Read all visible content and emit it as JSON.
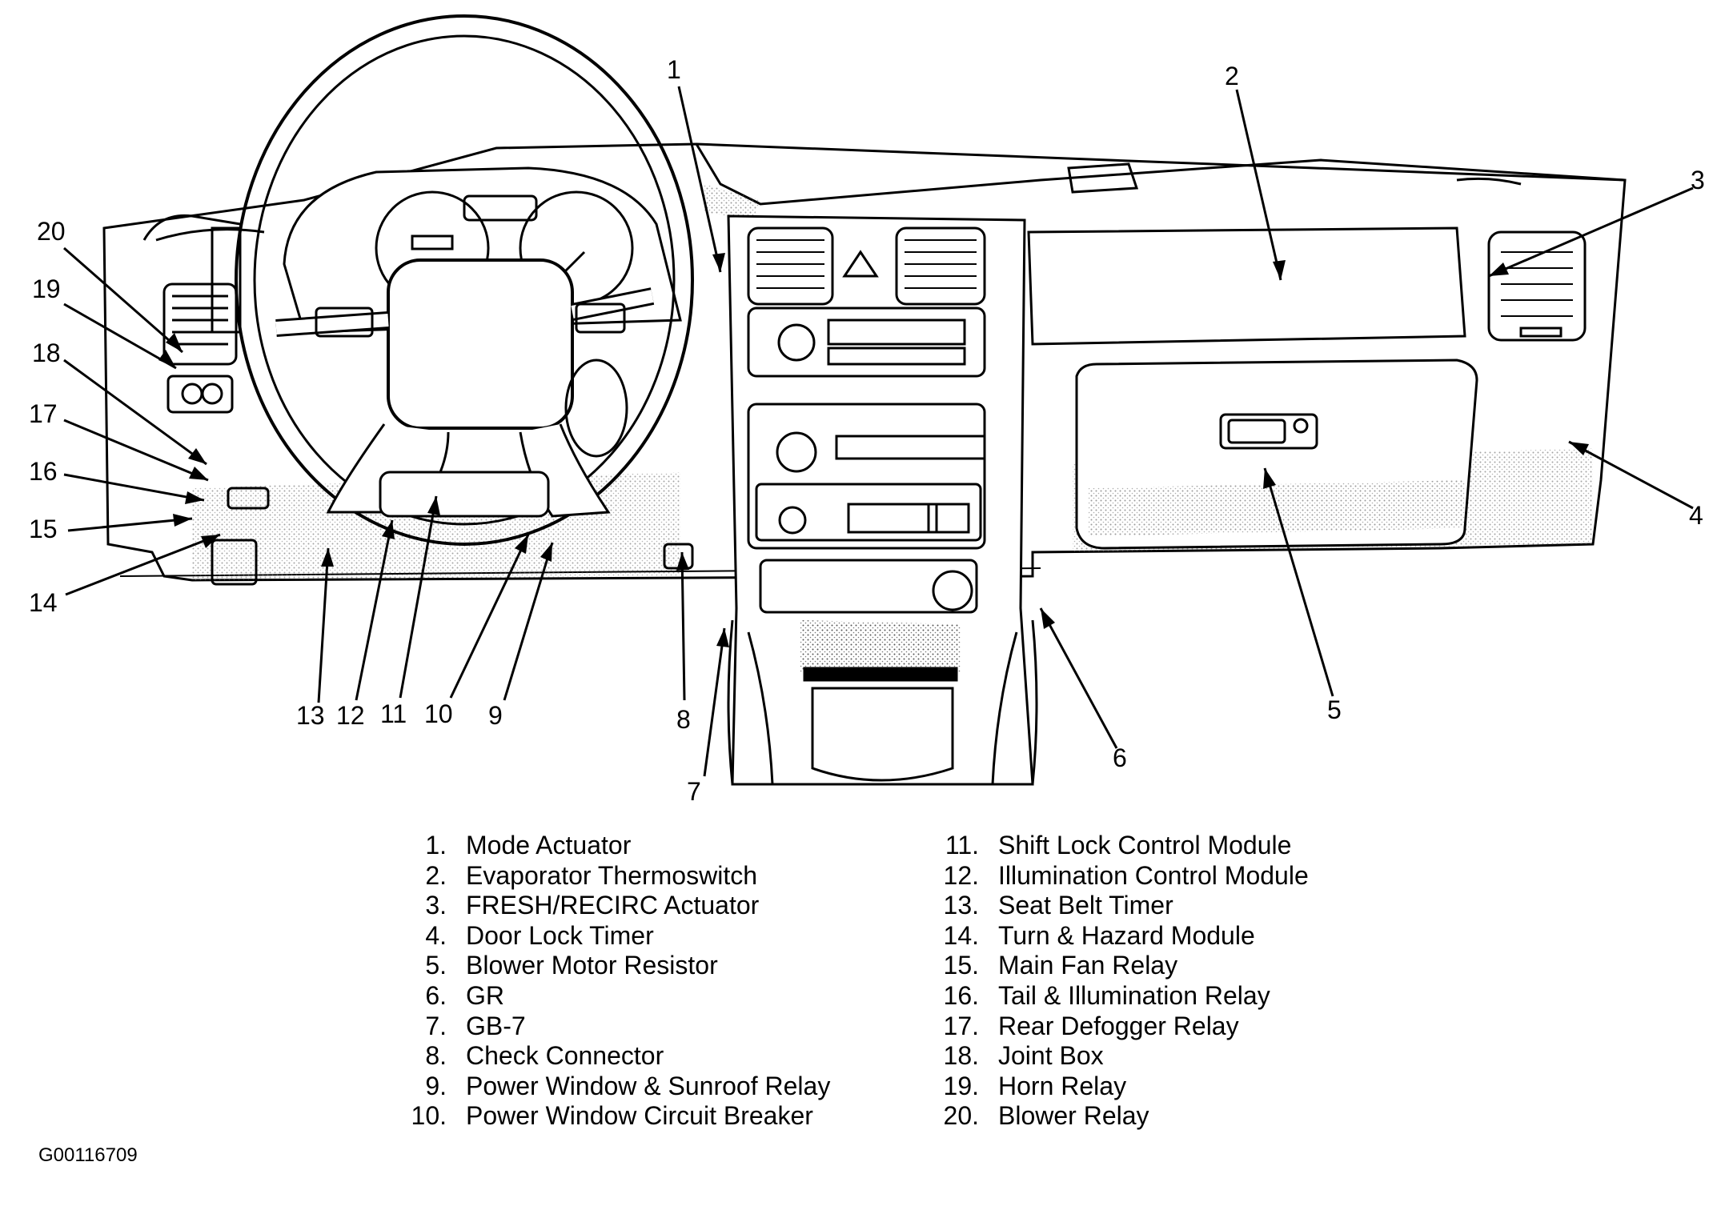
{
  "callouts": [
    "1",
    "2",
    "3",
    "4",
    "5",
    "6",
    "7",
    "8",
    "9",
    "10",
    "11",
    "12",
    "13",
    "14",
    "15",
    "16",
    "17",
    "18",
    "19",
    "20"
  ],
  "legend_left": [
    {
      "num": "1.",
      "label": "Mode Actuator"
    },
    {
      "num": "2.",
      "label": "Evaporator Thermoswitch"
    },
    {
      "num": "3.",
      "label": "FRESH/RECIRC Actuator"
    },
    {
      "num": "4.",
      "label": "Door Lock Timer"
    },
    {
      "num": "5.",
      "label": "Blower Motor Resistor"
    },
    {
      "num": "6.",
      "label": "GR"
    },
    {
      "num": "7.",
      "label": "GB-7"
    },
    {
      "num": "8.",
      "label": "Check Connector"
    },
    {
      "num": "9.",
      "label": "Power Window & Sunroof Relay"
    },
    {
      "num": "10.",
      "label": "Power Window Circuit Breaker"
    }
  ],
  "legend_right": [
    {
      "num": "11.",
      "label": "Shift Lock Control Module"
    },
    {
      "num": "12.",
      "label": "Illumination Control Module"
    },
    {
      "num": "13.",
      "label": "Seat Belt Timer"
    },
    {
      "num": "14.",
      "label": "Turn & Hazard Module"
    },
    {
      "num": "15.",
      "label": "Main Fan Relay"
    },
    {
      "num": "16.",
      "label": "Tail & Illumination Relay"
    },
    {
      "num": "17.",
      "label": "Rear Defogger Relay"
    },
    {
      "num": "18.",
      "label": "Joint Box"
    },
    {
      "num": "19.",
      "label": "Horn Relay"
    },
    {
      "num": "20.",
      "label": "Blower Relay"
    }
  ],
  "figure_id": "G00116709"
}
